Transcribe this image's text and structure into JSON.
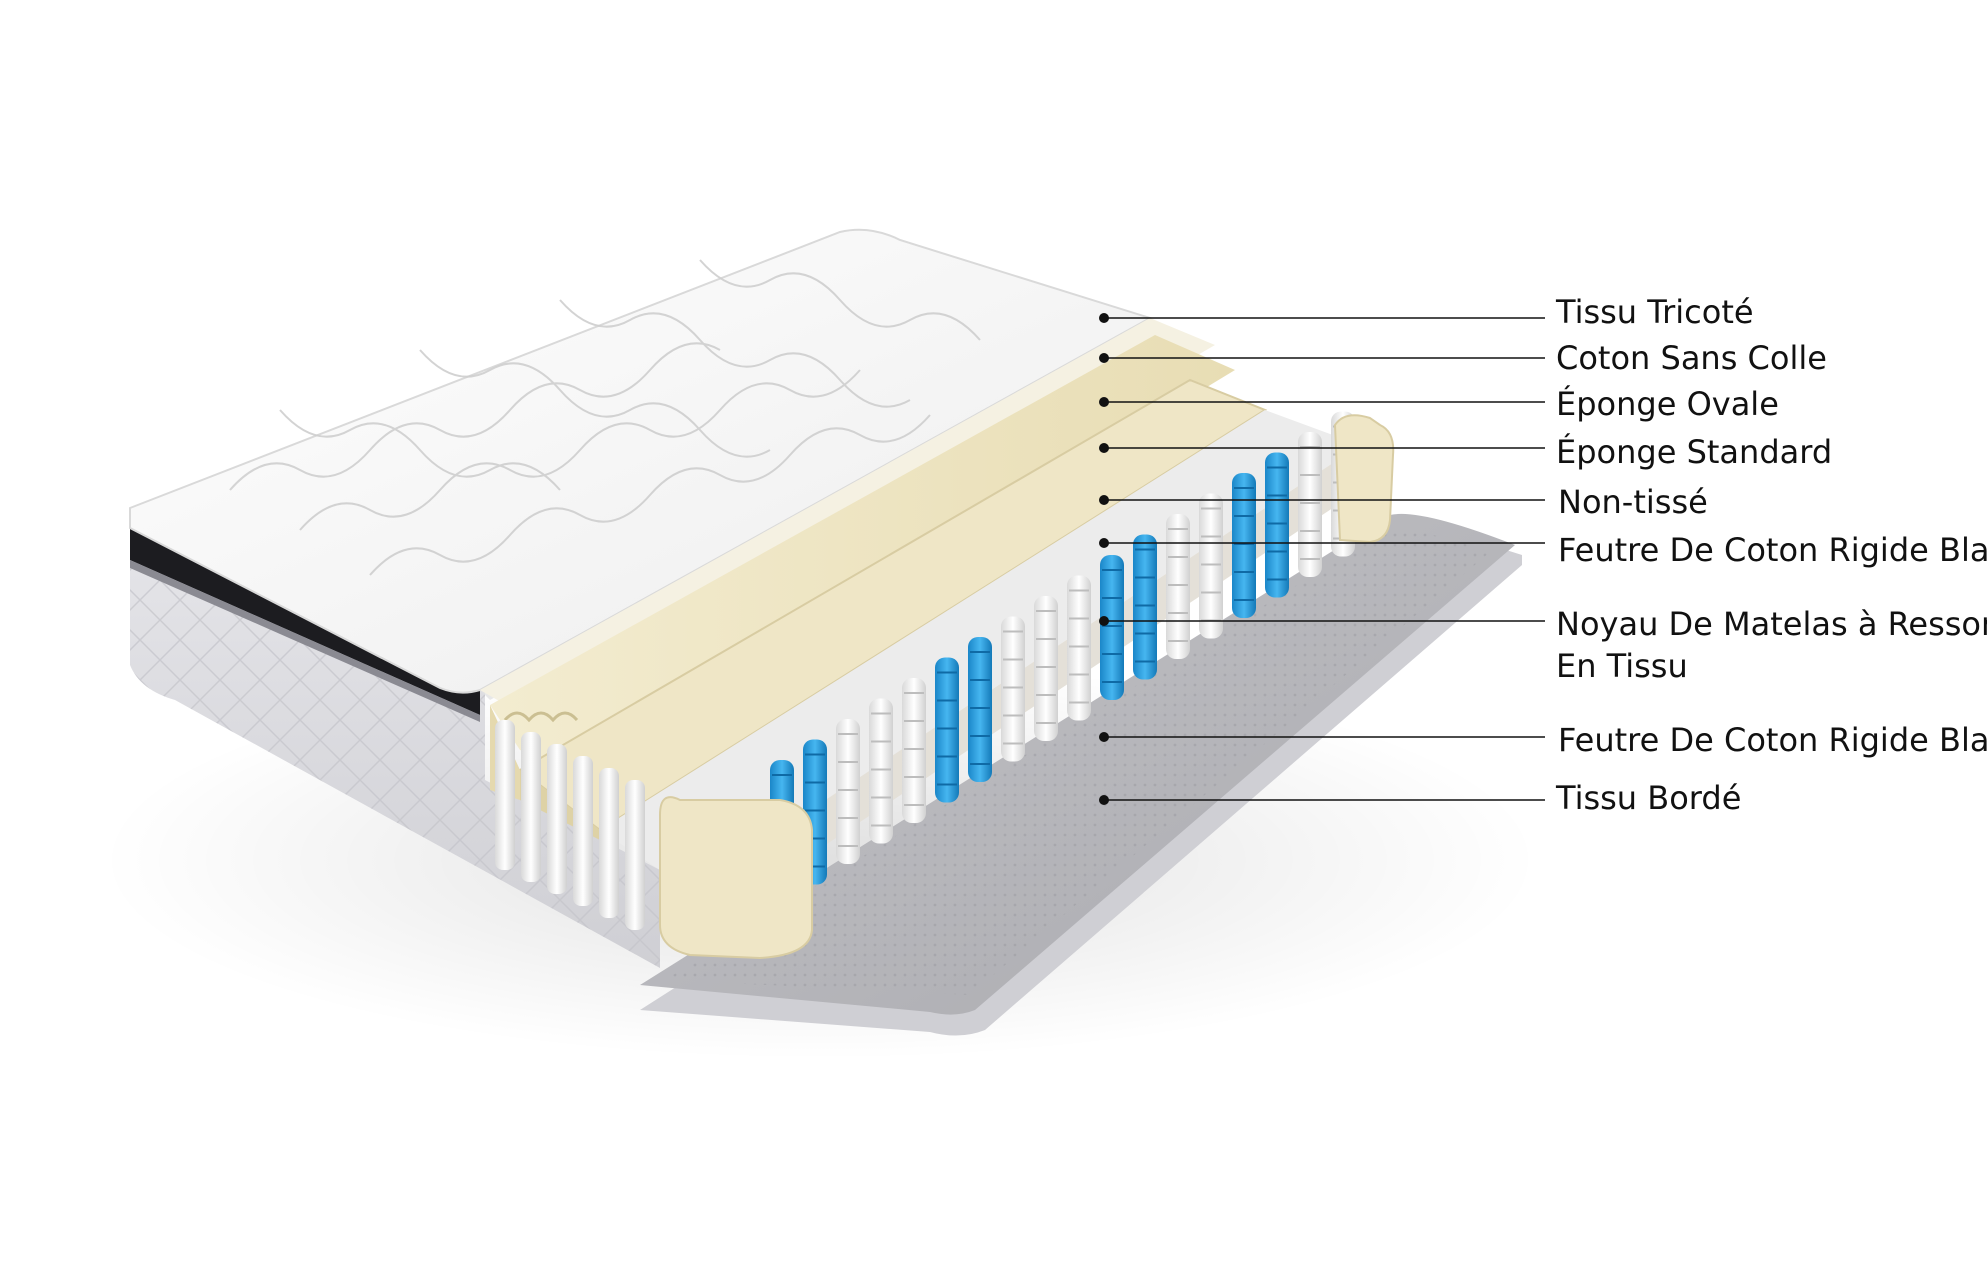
{
  "labels": [
    {
      "id": "layer-1",
      "text": "Tissu Tricoté"
    },
    {
      "id": "layer-2",
      "text": "Coton Sans Colle"
    },
    {
      "id": "layer-3",
      "text": "Éponge Ovale"
    },
    {
      "id": "layer-4",
      "text": "Éponge Standard"
    },
    {
      "id": "layer-5",
      "text": "Non-tissé"
    },
    {
      "id": "layer-6",
      "text": "Feutre De Coton Rigide Blanc"
    },
    {
      "id": "layer-7",
      "text": "Noyau De Matelas à Ressorts",
      "text2": "En Tissu"
    },
    {
      "id": "layer-8",
      "text": "Feutre De Coton Rigide Blanc"
    },
    {
      "id": "layer-9",
      "text": "Tissu Bordé"
    }
  ],
  "colors": {
    "quilt": "#f4f4f4",
    "quilt_stitch": "#c9c9c9",
    "side_fabric": "#dcdce0",
    "black_band": "#1c1c20",
    "foam_yellow": "#efe6c6",
    "foam_yellow_dark": "#d8cca2",
    "felt": "#e4e0d8",
    "nonwoven": "#ececec",
    "spring_white": "#f2f2f2",
    "spring_blue": "#2a9fe0",
    "base_fabric": "#b9b9bd",
    "label_line": "#111111"
  }
}
